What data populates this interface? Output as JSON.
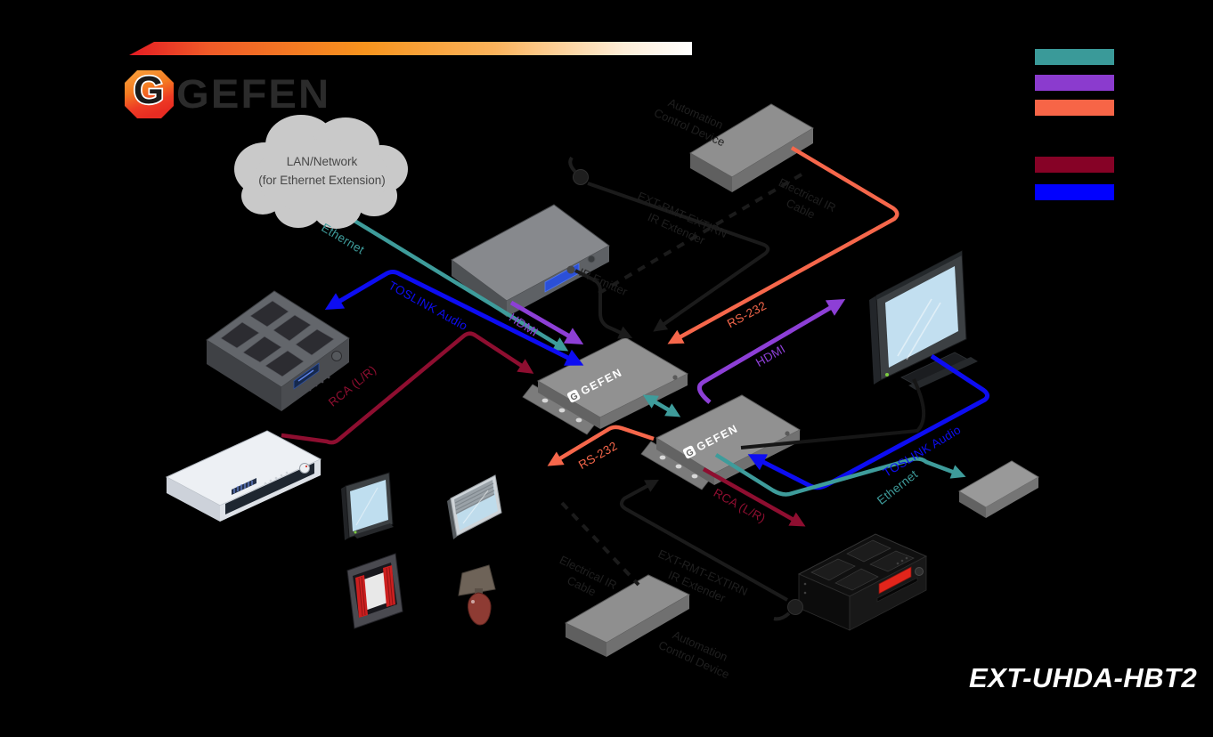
{
  "branding": {
    "logo_text": "GEFEN",
    "logo_g": "G",
    "device_logo": "GEFEN",
    "model": "EXT-UHDA-HBT2"
  },
  "cloud": {
    "line1": "LAN/Network",
    "line2": "(for Ethernet Extension)"
  },
  "legend": {
    "swatches": [
      {
        "name": "ethernet-cable",
        "color": "#3a9a99"
      },
      {
        "name": "hdmi-cable",
        "color": "#8b3bce"
      },
      {
        "name": "rs232-cable",
        "color": "#f76547"
      },
      {
        "name": "rca-cable",
        "color": "#860226"
      },
      {
        "name": "toslink-cable",
        "color": "#0101fe"
      }
    ]
  },
  "cable_labels": {
    "ethernet_left": "Ethernet",
    "toslink_left": "TOSLINK Audio",
    "hdmi_left": "HDMI",
    "rca_left": "RCA (L/R)",
    "rs232_top": "RS-232",
    "hdmi_right": "HDMI",
    "rs232_bottom": "RS-232",
    "rca_right": "RCA (L/R)",
    "toslink_right": "TOSLINK Audio",
    "ethernet_right": "Ethernet"
  },
  "ir_labels": {
    "ir_extender_top_line1": "EXT-RMT-EXTIRN",
    "ir_extender_top_line2": "IR Extender",
    "ir_emitter": "IR Emitter",
    "electrical_ir_top_line1": "Electrical IR",
    "electrical_ir_top_line2": "Cable",
    "automation_top_line1": "Automation",
    "automation_top_line2": "Control Device",
    "ir_extender_bottom_line1": "EXT-RMT-EXTIRN",
    "ir_extender_bottom_line2": "IR Extender",
    "electrical_ir_bottom_line1": "Electrical IR",
    "electrical_ir_bottom_line2": "Cable",
    "automation_bottom_line1": "Automation",
    "automation_bottom_line2": "Control Device"
  },
  "colors": {
    "ethernet": "#3e9c9b",
    "hdmi": "#8d3fd6",
    "rs232": "#f6674b",
    "rca": "#8e0e30",
    "toslink": "#0d0df2",
    "background": "#000000"
  }
}
